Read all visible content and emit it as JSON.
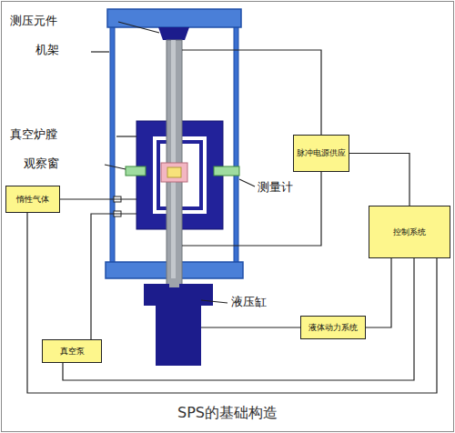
{
  "diagram": {
    "caption": "SPS的基础构造",
    "nodes": [
      {
        "text": [
          "脉冲电源供应"
        ]
      },
      {
        "text": [
          "惰性气体"
        ]
      },
      {
        "text": [
          "控制系统"
        ]
      },
      {
        "text": [
          "液体动力系统"
        ]
      },
      {
        "text": [
          "真空泵"
        ]
      }
    ],
    "edges": [
      {
        "from": 0,
        "to": 2,
        "arrow": "none"
      },
      {
        "from": 2,
        "to": 3,
        "arrow": "none"
      },
      {
        "from": 2,
        "to": 4,
        "arrow": "none"
      },
      {
        "from": 2,
        "to": 1,
        "arrow": "none"
      }
    ],
    "labels": [
      "测压元件",
      "机架",
      "真空炉膛",
      "观察窗",
      "测量计",
      "液压缸"
    ]
  }
}
